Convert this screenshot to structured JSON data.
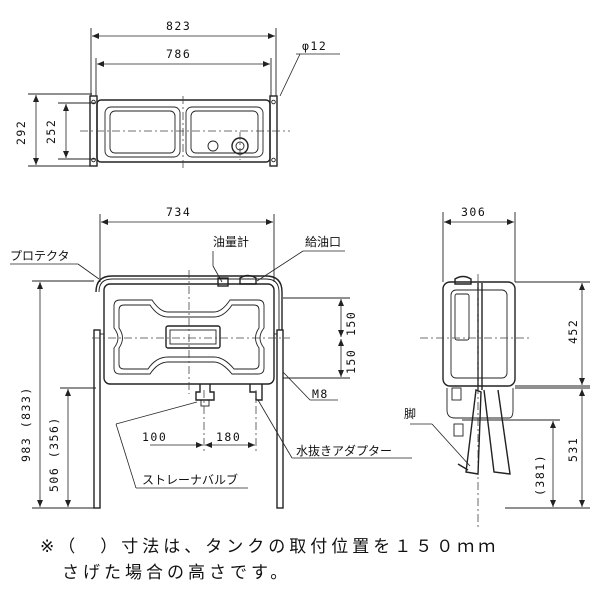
{
  "top_view": {
    "width_outer": "823",
    "width_inner": "786",
    "bolt_dia": "φ12",
    "height_outer": "292",
    "height_inner": "252"
  },
  "front_view": {
    "width": "734",
    "protector": "プロテクタ",
    "gauge": "油量計",
    "filler": "給油口",
    "d150a": "150",
    "d150b": "150",
    "m8": "M8",
    "h_total": "983 (833)",
    "h_lower": "506 (356)",
    "d100": "100",
    "d180": "180",
    "strainer": "ストレーナバルブ",
    "drain_adapter": "水抜きアダプター"
  },
  "side_view": {
    "width": "306",
    "h452": "452",
    "leg": "脚",
    "h381": "(381)",
    "h531": "531"
  },
  "note": {
    "line1": "※（　）寸法は、タンクの取付位置を１５０ｍｍ",
    "line2": "さげた場合の高さです。"
  }
}
